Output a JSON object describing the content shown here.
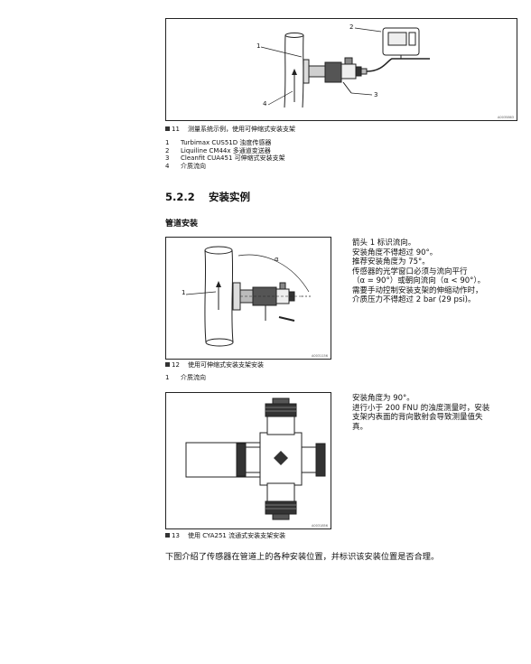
{
  "fig11": {
    "callouts": [
      "1",
      "2",
      "3",
      "4"
    ],
    "id": "A0035863",
    "caption_num": "11",
    "caption_text": "测量系统示例，使用可伸缩式安装支架",
    "legend": [
      {
        "n": "1",
        "text": "Turbimax CUS51D 浊度传感器"
      },
      {
        "n": "2",
        "text": "Liquiline CM44x 多通道变送器"
      },
      {
        "n": "3",
        "text": "Cleanfit CUA451 可伸缩式安装支架"
      },
      {
        "n": "4",
        "text": "介质流向"
      }
    ]
  },
  "section": {
    "number": "5.2.2",
    "title": "安装实例"
  },
  "subsection": "管道安装",
  "fig12": {
    "callouts": [
      "1",
      "α"
    ],
    "id": "A0031156",
    "caption_num": "12",
    "caption_text": "使用可伸缩式安装支架安装",
    "legend": [
      {
        "n": "1",
        "text": "介质流向"
      }
    ],
    "side_text": [
      "箭头 1 标识流向。",
      "安装角度不得超过 90°。",
      "推荐安装角度为 75°。",
      "传感器的光学窗口必须与流向平行",
      "（α = 90°）或朝向流向（α < 90°）。",
      "需要手动控制安装支架的伸缩动作时，",
      "介质压力不得超过 2 bar (29 psi)。"
    ]
  },
  "fig13": {
    "id": "A0031856",
    "caption_num": "13",
    "caption_text": "使用 CYA251 流通式安装支架安装",
    "side_text": [
      "安装角度为 90°。",
      "进行小于 200 FNU 的浊度测量时，安装",
      "支架内表面的背向散射会导致测量值失",
      "真。"
    ]
  },
  "closing": "下图介绍了传感器在管道上的各种安装位置，并标识该安装位置是否合理。"
}
